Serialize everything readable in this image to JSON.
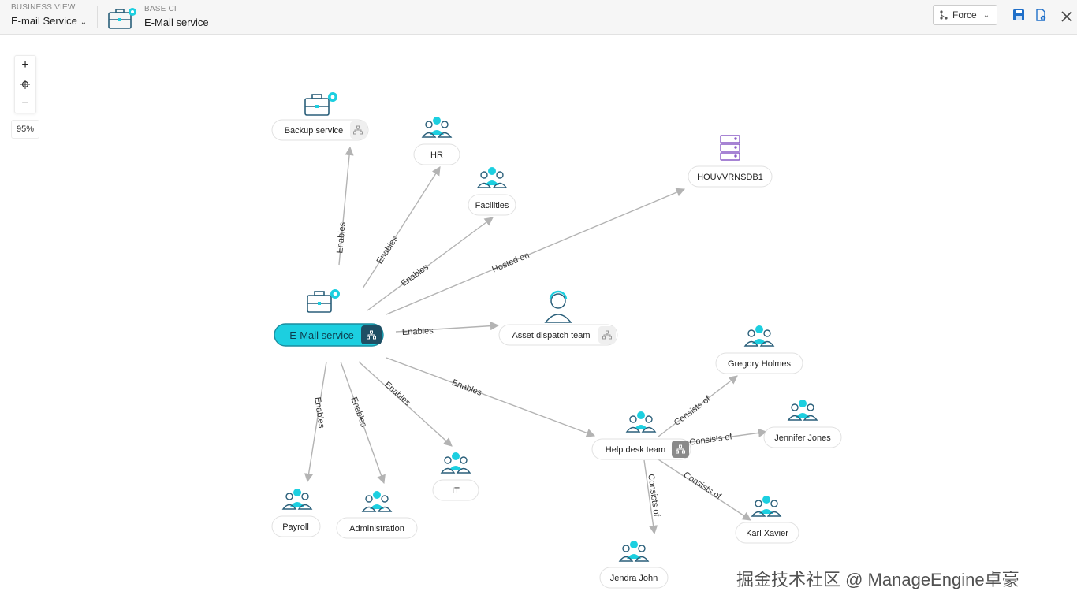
{
  "header": {
    "business_view_label": "BUSINESS VIEW",
    "business_view_value": "E-mail Service",
    "base_ci_label": "BASE CI",
    "base_ci_value": "E-Mail service",
    "layout_select": "Force",
    "save_icon": "save-icon",
    "export_icon": "export-icon",
    "close_icon": "close-icon"
  },
  "zoom": {
    "in": "+",
    "out": "−",
    "level": "95%"
  },
  "graph": {
    "center": "E-Mail service",
    "nodes": {
      "backup": "Backup service",
      "hr": "HR",
      "facilities": "Facilities",
      "db": "HOUVVRNSDB1",
      "asset": "Asset dispatch team",
      "gregory": "Gregory Holmes",
      "jennifer": "Jennifer Jones",
      "helpdesk": "Help desk team",
      "karl": "Karl Xavier",
      "jendra": "Jendra John",
      "it": "IT",
      "admin": "Administration",
      "payroll": "Payroll"
    },
    "edges": {
      "enables": "Enables",
      "hosted_on": "Hosted on",
      "consists_of": "Consists of"
    }
  },
  "colors": {
    "accent": "#1ccfe0",
    "edge": "#b3b3b3",
    "icon_stroke": "#2a5f7a",
    "server": "#8a5cc6"
  },
  "watermark": "掘金技术社区 @ ManageEngine卓豪"
}
